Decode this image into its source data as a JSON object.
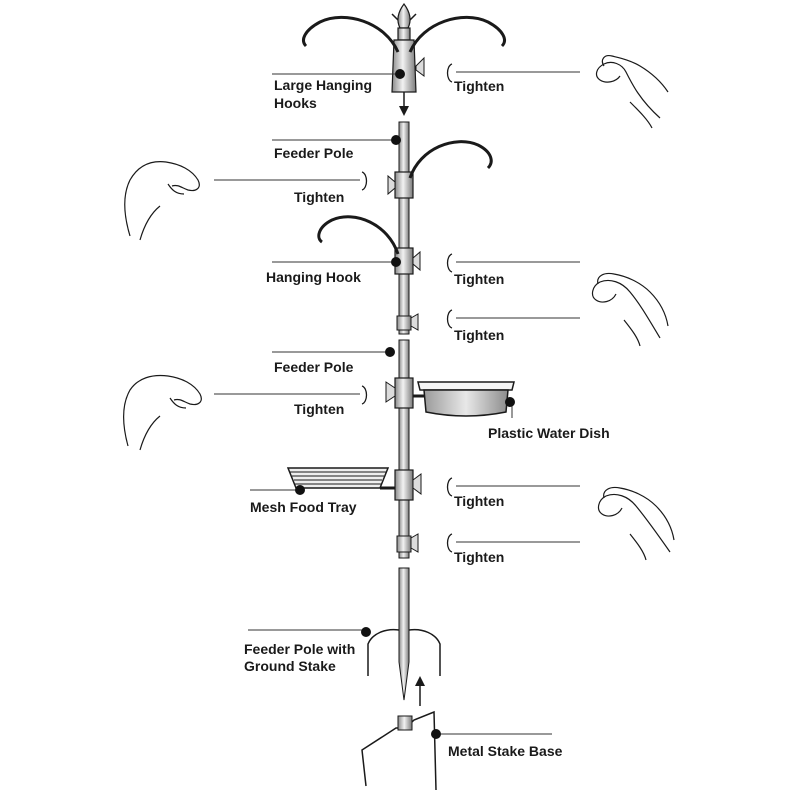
{
  "labels": {
    "large_hanging_hooks_line1": "Large Hanging",
    "large_hanging_hooks_line2": "Hooks",
    "feeder_pole_top": "Feeder Pole",
    "hanging_hook": "Hanging Hook",
    "feeder_pole_middle": "Feeder Pole",
    "plastic_water_dish": "Plastic Water Dish",
    "mesh_food_tray": "Mesh Food Tray",
    "feeder_pole_ground_line1": "Feeder Pole with",
    "feeder_pole_ground_line2": "Ground Stake",
    "metal_stake_base": "Metal Stake Base",
    "tighten_1": "Tighten",
    "tighten_2": "Tighten",
    "tighten_3": "Tighten",
    "tighten_4": "Tighten",
    "tighten_5": "Tighten",
    "tighten_6": "Tighten",
    "tighten_7": "Tighten"
  },
  "colors": {
    "line": "#1a1a1a",
    "pole_light": "#eeeeee",
    "pole_dark": "#8a8a8a",
    "dish_fill": "#bdbdbd",
    "background": "#ffffff"
  }
}
